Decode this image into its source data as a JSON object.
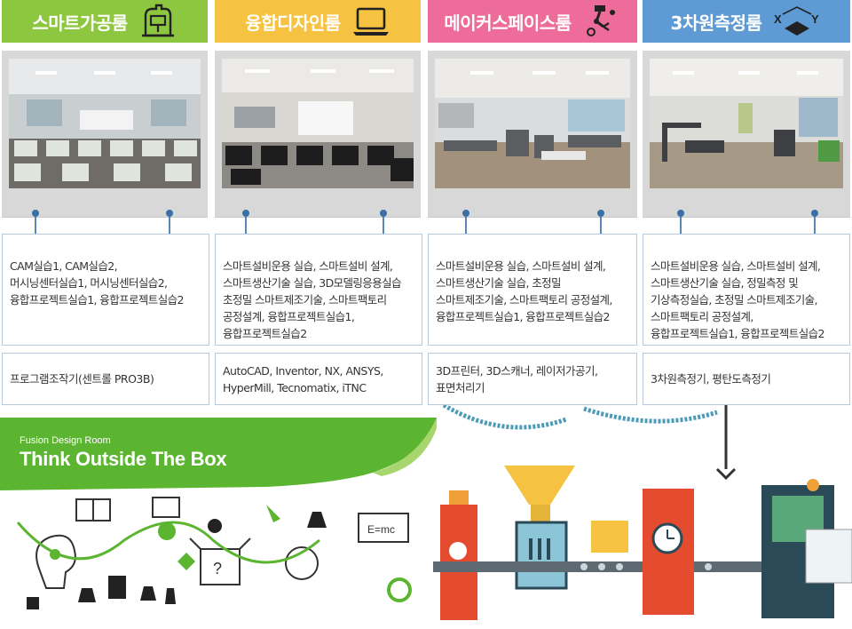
{
  "rooms": [
    {
      "name": "스마트가공룸",
      "color": "#8dc63f",
      "icon": "machine-tool-icon",
      "description": "CAM실습1, CAM실습2,\n머시닝센터실습1, 머시닝센터실습2,\n융합프로젝트실습1, 융합프로젝트실습2",
      "equipment": "프로그램조작기(센트롤 PRO3B)"
    },
    {
      "name": "융합디자인룸",
      "color": "#f5c242",
      "icon": "laptop-icon",
      "description": "스마트설비운용 실습, 스마트설비 설계,\n스마트생산기술 실습, 3D모델링응용실습\n초정밀 스마트제조기술, 스마트팩토리\n공정설계, 융합프로젝트실습1,\n융합프로젝트실습2",
      "equipment": "AutoCAD, Inventor, NX, ANSYS,\nHyperMill,  Tecnomatix, iTNC"
    },
    {
      "name": "메이커스페이스룸",
      "color": "#ee6c99",
      "icon": "robot-arm-icon",
      "description": "스마트설비운용 실습,  스마트설비 설계,\n스마트생산기술 실습, 초정밀\n스마트제조기술, 스마트팩토리 공정설계,\n융합프로젝트실습1, 융합프로젝트실습2",
      "equipment": "3D프린터, 3D스캐너, 레이저가공기,\n표면처리기"
    },
    {
      "name": "3차원측정룸",
      "color": "#5e9bd4",
      "icon": "xy-axis-icon",
      "description": "스마트설비운용 실습, 스마트설비 설계,\n스마트생산기술 실습, 정밀측정 및\n기상측정실습,  초정밀 스마트제조기술,\n스마트팩토리 공정설계,\n융합프로젝트실습1, 융합프로젝트실습2",
      "equipment": "3차원측정기, 평탄도측정기"
    }
  ],
  "axis_icon": {
    "x": "X",
    "y": "Y"
  },
  "banner": {
    "subtitle": "Fusion Design Room",
    "title": "Think Outside The Box",
    "color": "#5cb531"
  },
  "illustration": {
    "formula": "E=mc"
  }
}
